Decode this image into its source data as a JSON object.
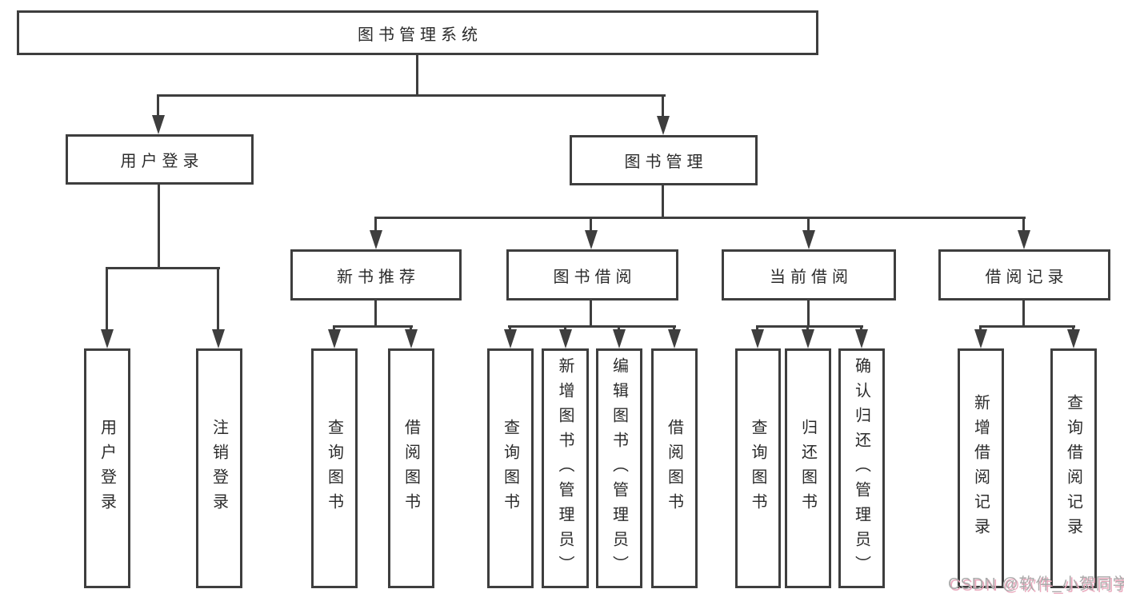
{
  "diagram": {
    "root": {
      "label": "图书管理系统"
    },
    "level1": [
      {
        "label": "用户登录"
      },
      {
        "label": "图书管理"
      }
    ],
    "level2": [
      {
        "label": "新书推荐"
      },
      {
        "label": "图书借阅"
      },
      {
        "label": "当前借阅"
      },
      {
        "label": "借阅记录"
      }
    ],
    "leaves": [
      {
        "label": "用户登录"
      },
      {
        "label": "注销登录"
      },
      {
        "label": "查询图书"
      },
      {
        "label": "借阅图书"
      },
      {
        "label": "查询图书"
      },
      {
        "label": "新增图书（管理员）"
      },
      {
        "label": "编辑图书（管理员）"
      },
      {
        "label": "借阅图书"
      },
      {
        "label": "查询图书"
      },
      {
        "label": "归还图书"
      },
      {
        "label": "确认归还（管理员）"
      },
      {
        "label": "新增借阅记录"
      },
      {
        "label": "查询借阅记录"
      }
    ]
  },
  "watermark": {
    "text": "CSDN @软件_小贺同学"
  },
  "colors": {
    "line_color": "#3e3e3e",
    "box_bg": "#ffffff",
    "text_color": "#2b2b2b",
    "watermark_color": "#ababab",
    "watermark_shadow": "#eaa9bd"
  }
}
